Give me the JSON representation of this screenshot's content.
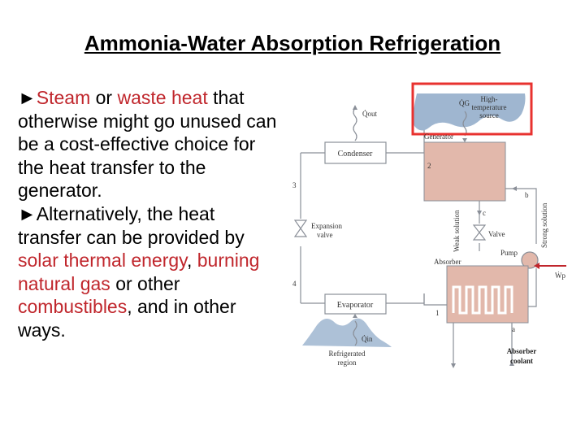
{
  "title": "Ammonia-Water Absorption Refrigeration",
  "bullets": [
    {
      "marker": "►",
      "parts": [
        {
          "text": "Steam",
          "highlight": true
        },
        {
          "text": " or ",
          "highlight": false
        },
        {
          "text": "waste heat",
          "highlight": true
        },
        {
          "text": " that otherwise might go unused can be a cost-effective choice for the heat transfer to the generator.",
          "highlight": false
        }
      ]
    },
    {
      "marker": "►",
      "parts": [
        {
          "text": "Alternatively, the heat transfer can be provided by ",
          "highlight": false
        },
        {
          "text": "solar thermal energy",
          "highlight": true
        },
        {
          "text": ", ",
          "highlight": false
        },
        {
          "text": "burning natural gas",
          "highlight": true
        },
        {
          "text": " or other ",
          "highlight": false
        },
        {
          "text": "combustibles",
          "highlight": true
        },
        {
          "text": ", and in other ways.",
          "highlight": false
        }
      ]
    }
  ],
  "colors": {
    "highlight": "#c0262c",
    "box_highlight": "#e8322f",
    "heat_exchanger": "#e2b8ab",
    "reservoir": "#9fb6d0",
    "pipe": "#8a8f98",
    "component_box": "#ffffff"
  },
  "diagram": {
    "source_line1": "High-",
    "source_line2": "temperature",
    "source_line3": "source",
    "q_generator": "Q̇G",
    "q_out": "Q̇out",
    "q_in": "Q̇in",
    "generator": "Generator",
    "condenser": "Condenser",
    "expansion_line1": "Expansion",
    "expansion_line2": "valve",
    "evaporator": "Evaporator",
    "refrigerated_line1": "Refrigerated",
    "refrigerated_line2": "region",
    "absorber": "Absorber",
    "weak_solution": "Weak solution",
    "strong_solution": "Strong solution",
    "valve": "Valve",
    "pump": "Pump",
    "wp": "Ẇp",
    "coolant_line1": "Absorber",
    "coolant_line2": "coolant",
    "state_1": "1",
    "state_2": "2",
    "state_3": "3",
    "state_4": "4",
    "state_a": "a",
    "state_b": "b",
    "state_c": "c"
  }
}
